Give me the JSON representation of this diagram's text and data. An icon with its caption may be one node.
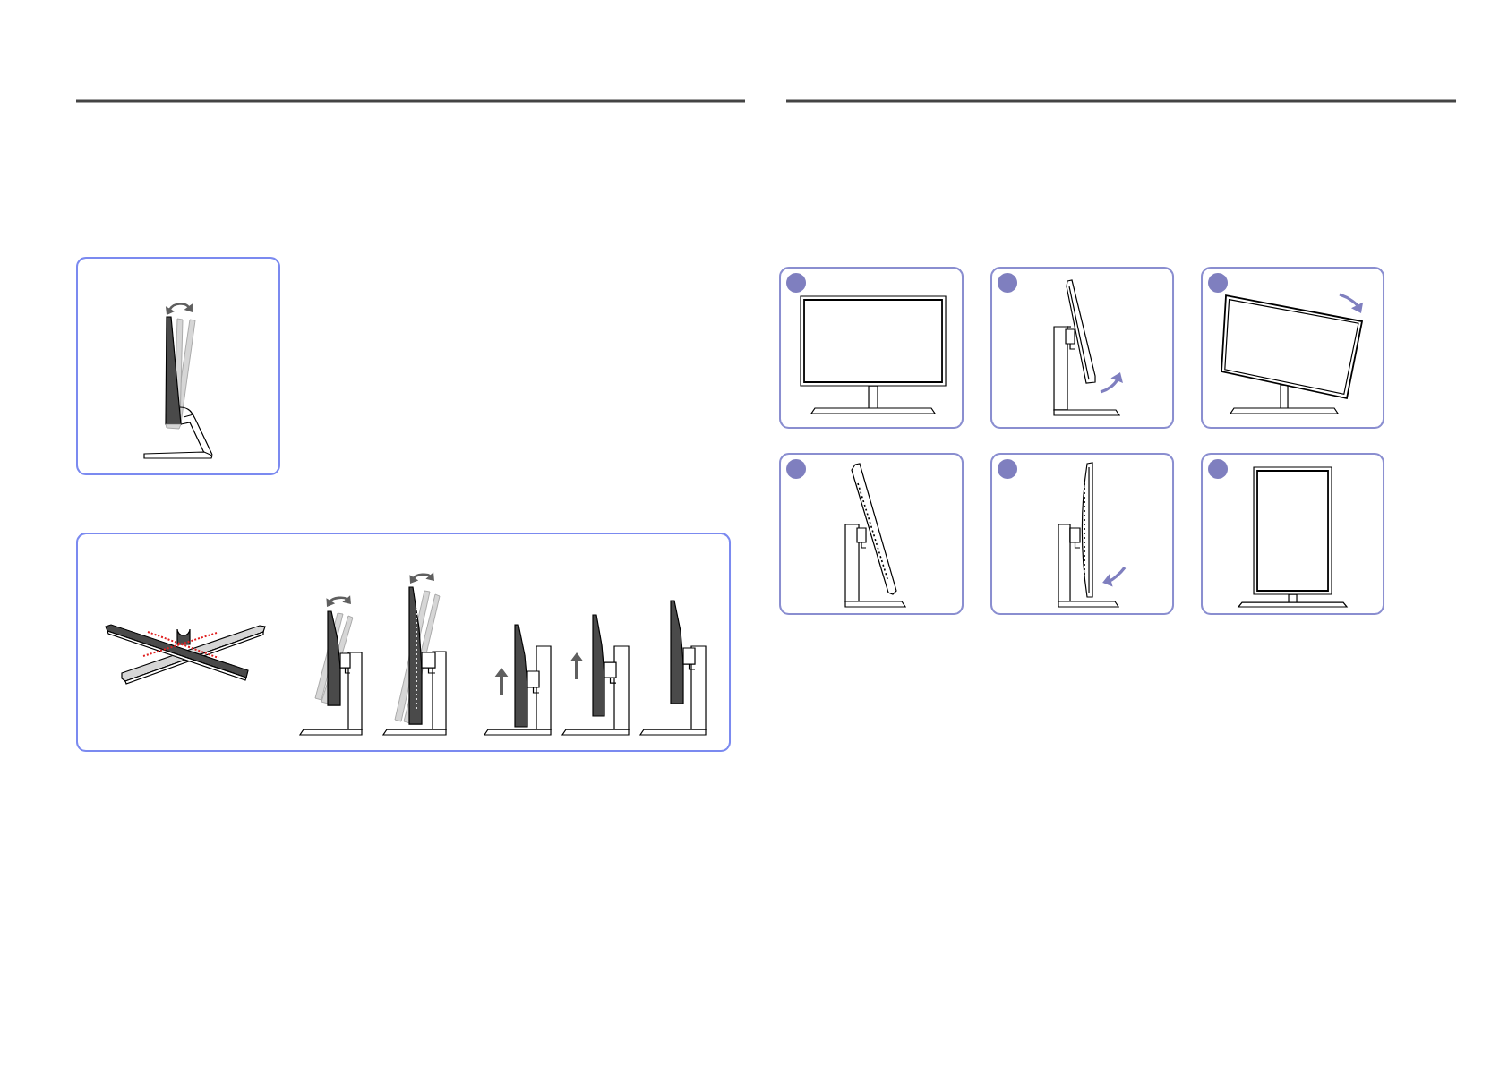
{
  "diagram": {
    "nodes": [
      {
        "text": [],
        "shape": "box"
      },
      {
        "text": [],
        "shape": "box"
      },
      {
        "text": [],
        "shape": "box"
      },
      {
        "text": [],
        "shape": "circle",
        "in": 2
      },
      {
        "text": [],
        "shape": "box"
      },
      {
        "text": [],
        "shape": "circle",
        "in": 4
      },
      {
        "text": [],
        "shape": "box"
      },
      {
        "text": [],
        "shape": "circle",
        "in": 6
      },
      {
        "text": [],
        "shape": "box"
      },
      {
        "text": [],
        "shape": "circle",
        "in": 8
      },
      {
        "text": [],
        "shape": "box"
      },
      {
        "text": [],
        "shape": "circle",
        "in": 10
      },
      {
        "text": [],
        "shape": "box"
      },
      {
        "text": [],
        "shape": "circle",
        "in": 12
      }
    ]
  }
}
